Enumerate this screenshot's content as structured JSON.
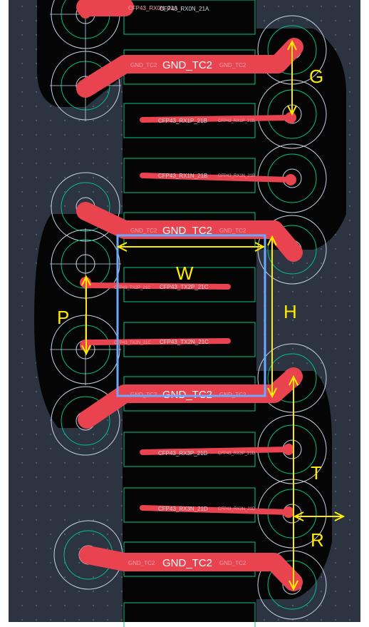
{
  "colors": {
    "board": "#2b3440",
    "grid_dot": "#5a6677",
    "copper": "#050505",
    "trace": "#e8434f",
    "trace_text": "#f0a0a6",
    "pad_outline": "#00c48a",
    "keepout": "#c8d4e4",
    "annotation": "#ffea00",
    "highlight": "#6aa9ff",
    "label": "#ffffff",
    "small_label": "#d0d6dc"
  },
  "nets": {
    "gnd_big": "GND_TC2",
    "gnd_small": "GND_TC2",
    "top": "CFP43_RX0N_21A",
    "rx1p": "CFP43_RX1P_21B",
    "rx1n": "CFP43_RX1N_21B",
    "tx2p": "CFP43_TX2P_21C",
    "tx2n": "CFP43_TX2N_21C",
    "rx3p": "CFP43_RX3P_21D",
    "rx3n": "CFP43_RX3N_21D"
  },
  "dimensions": {
    "g": "G",
    "w": "W",
    "h": "H",
    "p": "P",
    "t": "T",
    "r": "R"
  }
}
